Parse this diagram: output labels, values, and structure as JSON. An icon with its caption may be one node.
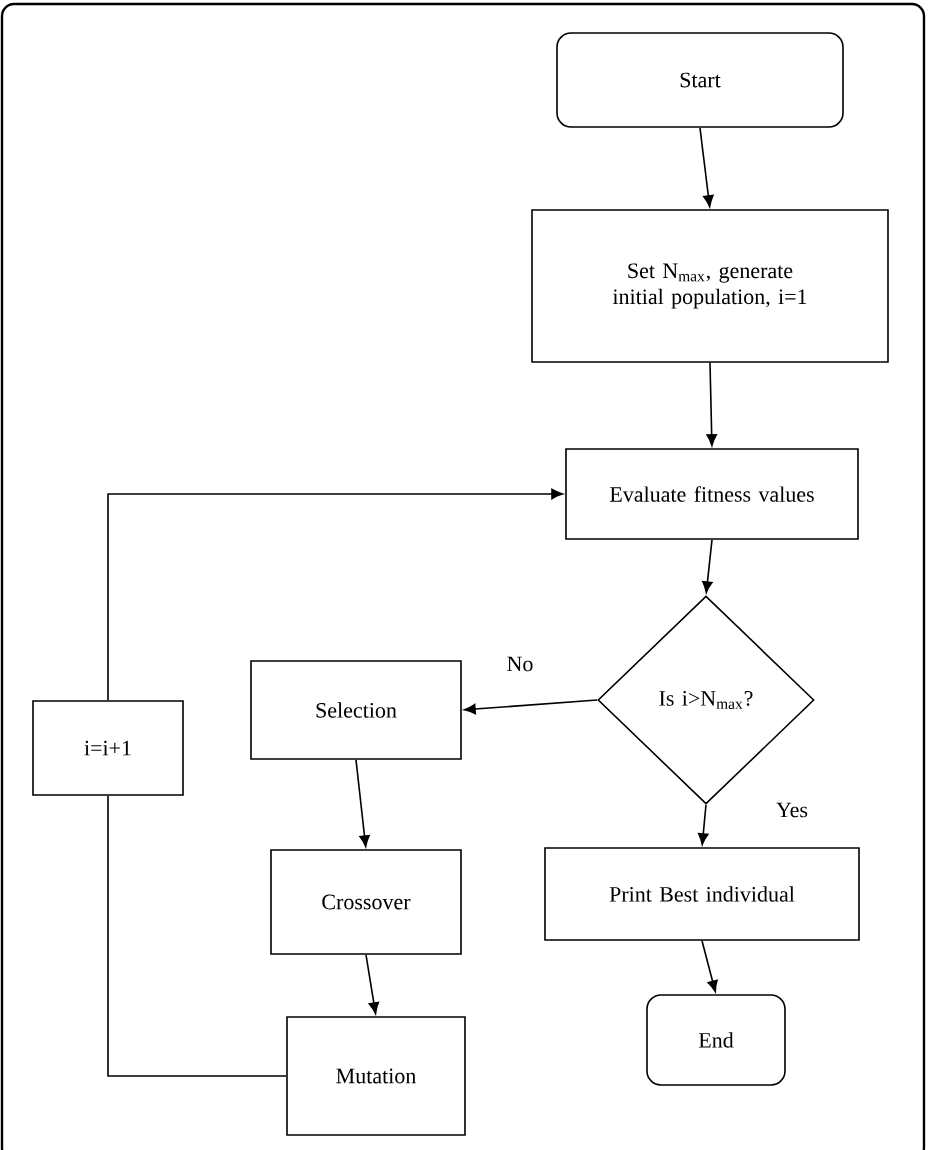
{
  "diagram": {
    "nodes": [
      {
        "text": [
          "Start"
        ]
      },
      {
        "text": [
          "Set N$_{max}$, generate initial population, i=1"
        ]
      },
      {
        "text": [
          "Evaluate fitness values"
        ]
      },
      {
        "text": [
          "Is i>N$_{max}$?"
        ]
      },
      {
        "text": [
          "Selection"
        ]
      },
      {
        "text": [
          "Crossover"
        ]
      },
      {
        "text": [
          "Mutation"
        ]
      },
      {
        "text": [
          "i=i+1"
        ]
      },
      {
        "text": [
          "Print Best individual"
        ]
      },
      {
        "text": [
          "End"
        ]
      }
    ],
    "edges": [
      {
        "from": 0,
        "to": 1,
        "arrow": "to"
      },
      {
        "from": 1,
        "to": 2,
        "arrow": "to"
      },
      {
        "from": 2,
        "to": 3,
        "arrow": "to"
      },
      {
        "from": 3,
        "to": 4,
        "arrow": "to",
        "label": "No"
      },
      {
        "from": 4,
        "to": 5,
        "arrow": "to"
      },
      {
        "from": 5,
        "to": 6,
        "arrow": "to"
      },
      {
        "from": 6,
        "to": 7,
        "arrow": "none"
      },
      {
        "from": 7,
        "to": 2,
        "arrow": "to"
      },
      {
        "from": 3,
        "to": 8,
        "arrow": "to",
        "label": "Yes"
      },
      {
        "from": 8,
        "to": 9,
        "arrow": "to"
      }
    ]
  }
}
